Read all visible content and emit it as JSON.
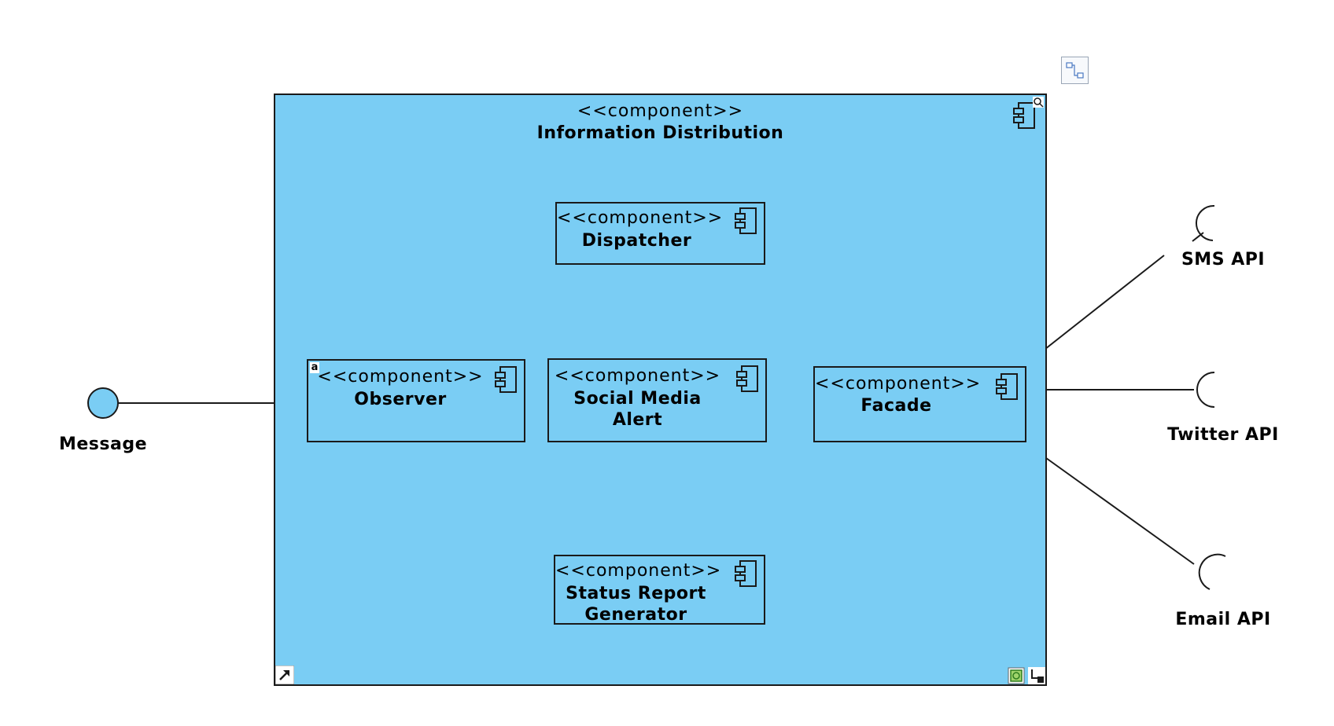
{
  "container": {
    "stereotype": "<<component>>",
    "name": "Information Distribution"
  },
  "components": {
    "dispatcher": {
      "stereotype": "<<component>>",
      "name": "Dispatcher"
    },
    "observer": {
      "stereotype": "<<component>>",
      "name": "Observer",
      "marker": "a"
    },
    "social_media_alert": {
      "stereotype": "<<component>>",
      "name": "Social Media Alert"
    },
    "facade": {
      "stereotype": "<<component>>",
      "name": "Facade"
    },
    "status_report": {
      "stereotype": "<<component>>",
      "name_line1": "Status Report",
      "name_line2": "Generator"
    }
  },
  "provided_interfaces": {
    "message": "Message"
  },
  "required_interfaces": {
    "sms": "SMS API",
    "twitter": "Twitter API",
    "email": "Email API"
  },
  "colors": {
    "component_fill": "#7acdf4",
    "stroke": "#1a1a1a",
    "background": "#ffffff"
  },
  "icons": {
    "component": "component-icon",
    "connector_toggle": "connector-style-icon",
    "resize": "resize-icon",
    "expand": "expand-icon",
    "fit": "fit-icon",
    "zoom": "zoom-icon"
  }
}
